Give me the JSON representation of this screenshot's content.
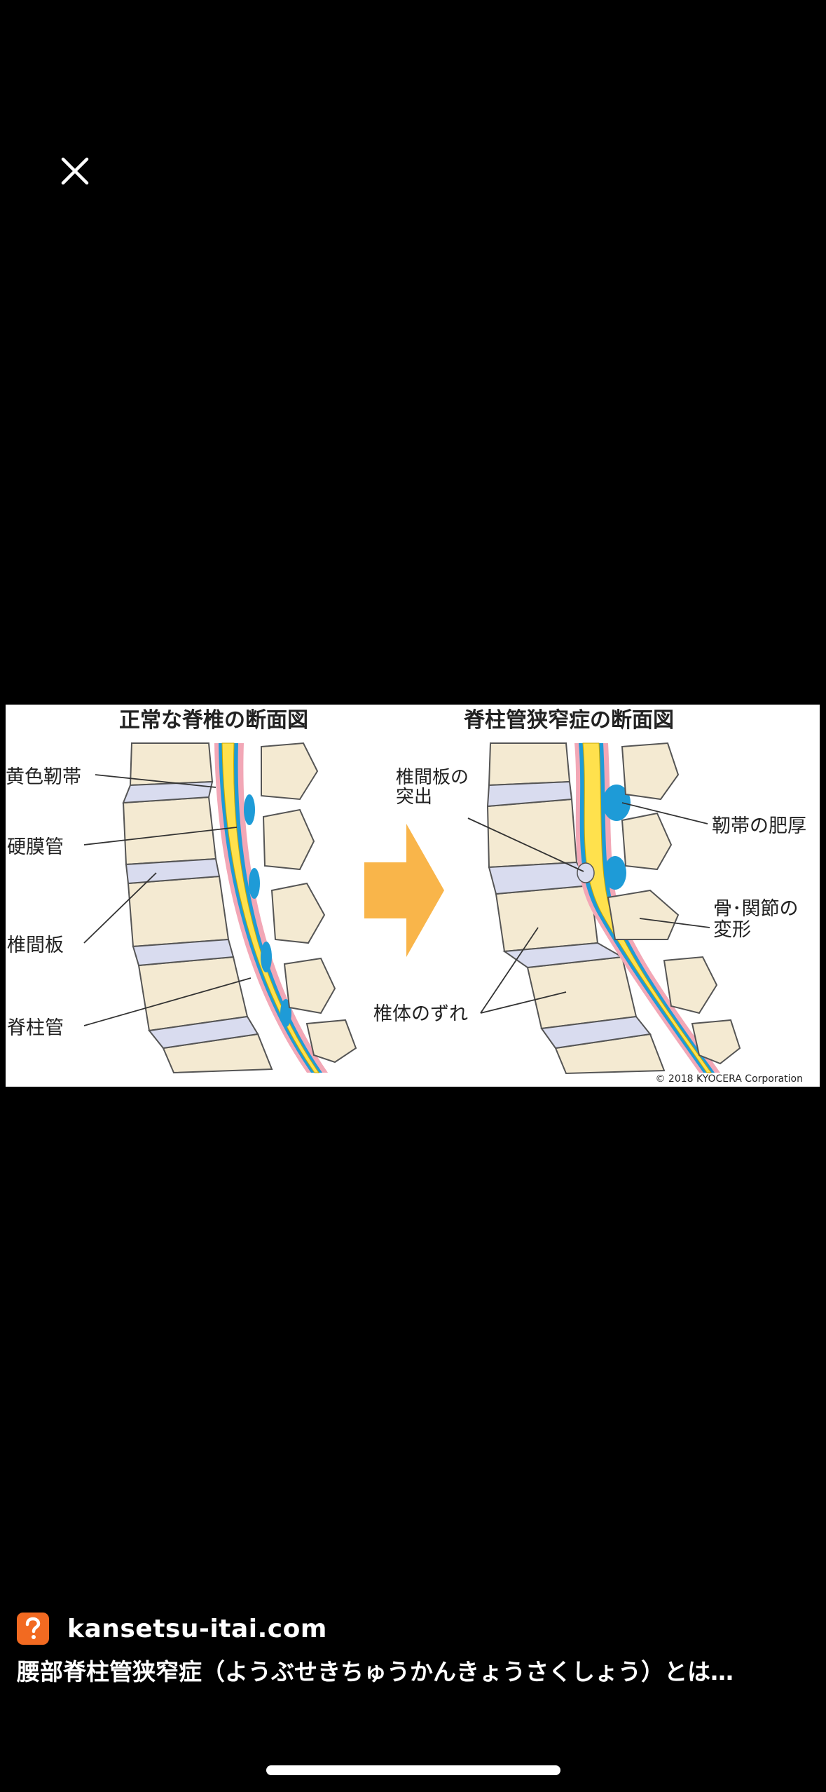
{
  "viewer": {
    "close_icon": "close-icon"
  },
  "figure": {
    "left_title": "正常な脊椎の断面図",
    "right_title": "脊柱管狭窄症の断面図",
    "left_labels": {
      "ligament": "黄色靭帯",
      "dura": "硬膜管",
      "disc": "椎間板",
      "canal": "脊柱管"
    },
    "right_labels": {
      "protrusion_line1": "椎間板の",
      "protrusion_line2": "突出",
      "thickening": "靭帯の肥厚",
      "deform_line1": "骨･関節の",
      "deform_line2": "変形",
      "slip": "椎体のずれ"
    },
    "copyright": "© 2018 KYOCERA Corporation",
    "colors": {
      "bone": "#f4ead2",
      "disc": "#d9dcef",
      "cord": "#ffe14d",
      "fluid": "#1e9bd7",
      "tissue": "#f2a7b6",
      "arrow": "#f9b54a"
    }
  },
  "source": {
    "icon": "question-icon",
    "domain": "kansetsu-itai.com",
    "caption": "腰部脊柱管狭窄症（ようぶせきちゅうかんきょうさくしょう）とは…"
  }
}
